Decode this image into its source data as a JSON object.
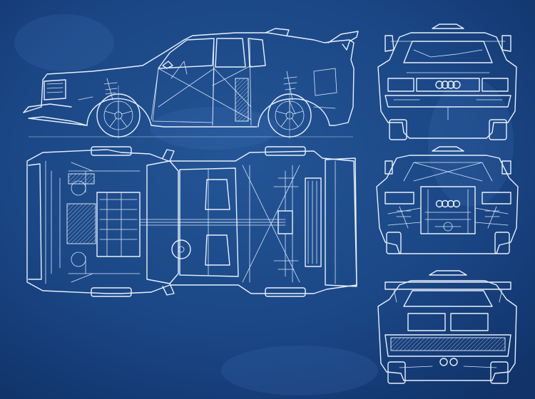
{
  "sheet": {
    "background": "#163f7a",
    "background_light": "#2a5c9c",
    "line_color": "#e8f0fb"
  },
  "views": [
    "side",
    "top",
    "front",
    "front-section",
    "rear"
  ],
  "badges": {
    "front_logo": "four-rings-logo",
    "section_logo": "four-rings-logo"
  }
}
